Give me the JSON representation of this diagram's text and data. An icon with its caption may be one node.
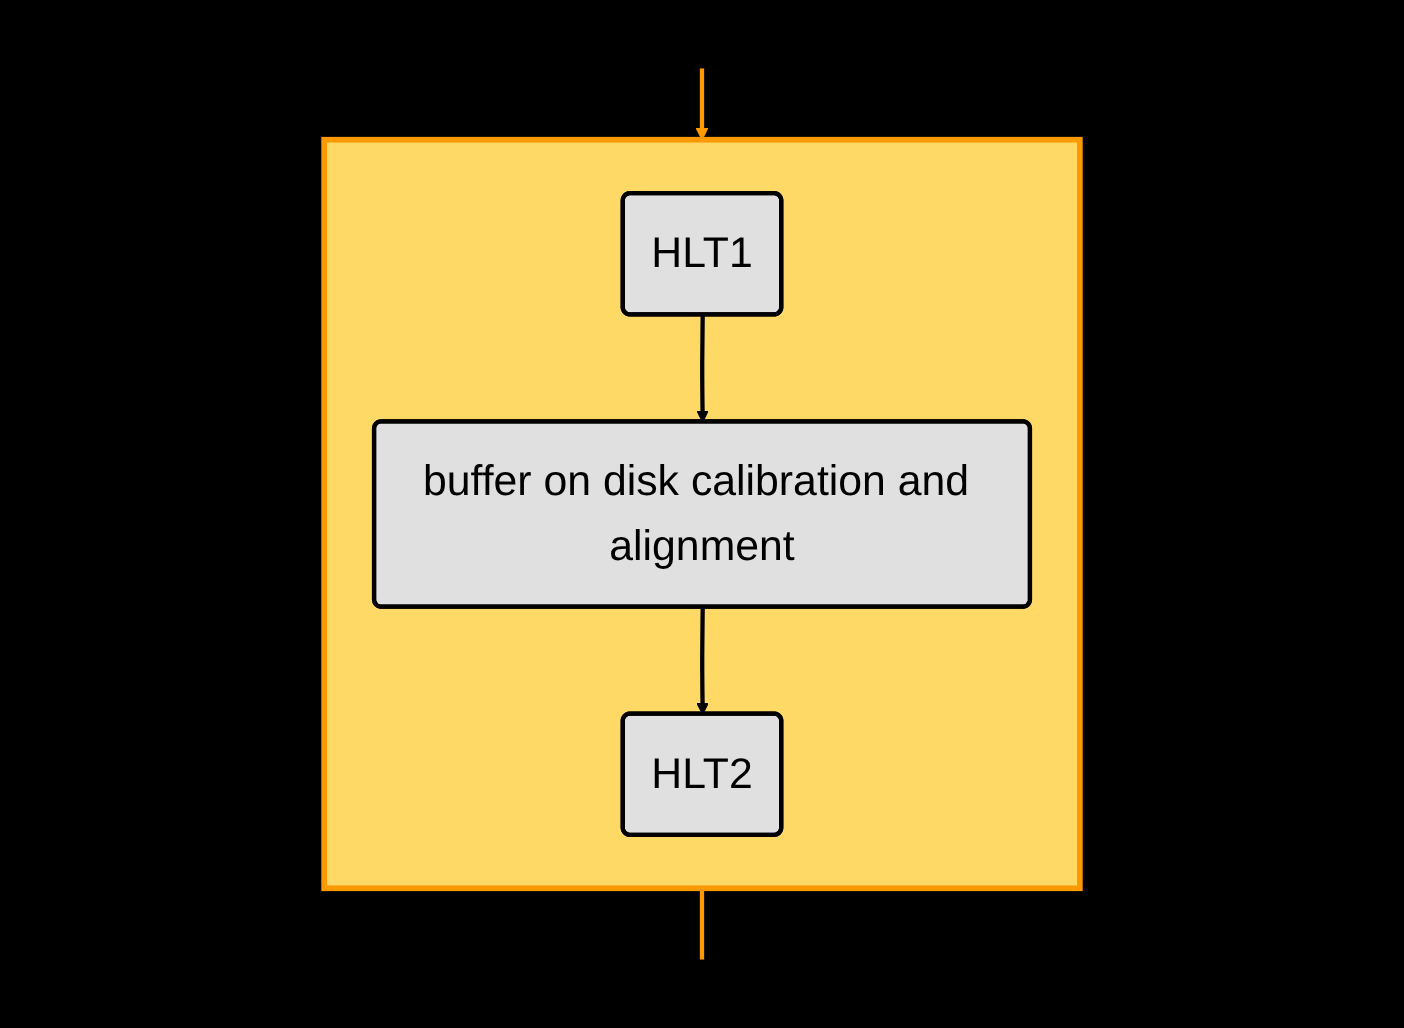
{
  "diagram": {
    "nodes": [
      {
        "text": [],
        "shape": "box"
      },
      {
        "text": [
          "HLT1"
        ],
        "in": 0
      },
      {
        "text": [
          "buffer on disk calibration and alignment"
        ],
        "in": 0
      },
      {
        "text": [
          "HLT2"
        ],
        "in": 0
      }
    ],
    "edges": [
      {
        "from": null,
        "to": 0,
        "arrow": "to",
        "color": "#ff9900"
      },
      {
        "from": 1,
        "to": 2,
        "arrow": "to",
        "color": "#000000"
      },
      {
        "from": 2,
        "to": 3,
        "arrow": "to",
        "color": "#000000"
      },
      {
        "from": 0,
        "to": null,
        "arrow": "none",
        "color": "#ff9900"
      }
    ]
  }
}
